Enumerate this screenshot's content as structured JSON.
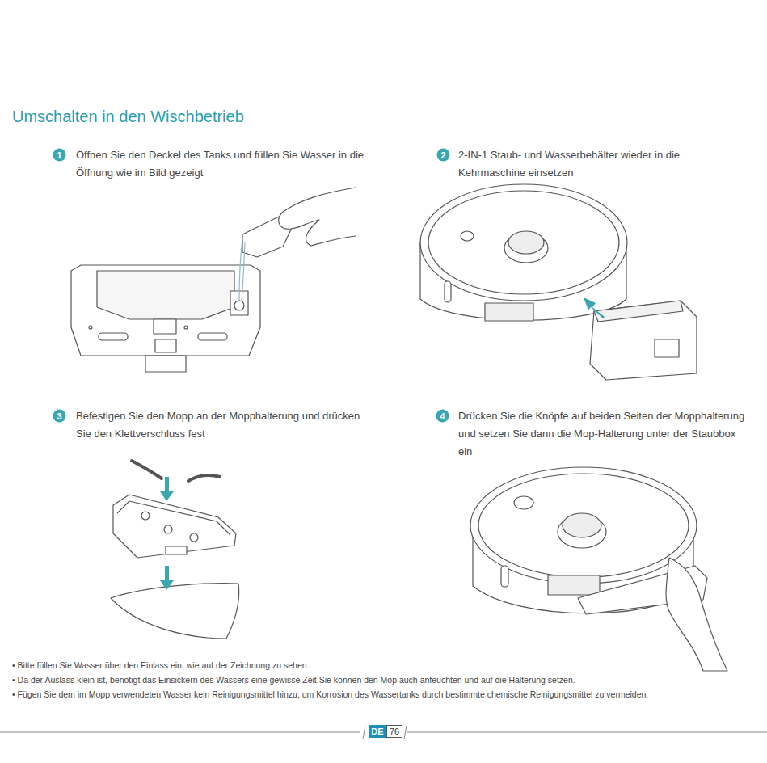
{
  "diagram": {
    "title": "Umschalten in den Wischbetrieb",
    "nodes": [
      {
        "text": [
          "1"
        ]
      },
      {
        "text": [
          "2"
        ]
      },
      {
        "text": [
          "3"
        ]
      },
      {
        "text": [
          "4"
        ]
      },
      {
        "text": [
          "DE"
        ]
      },
      {
        "text": [
          "76"
        ]
      }
    ],
    "labels": [
      "Öffnen Sie den Deckel des Tanks und füllen Sie Wasser in die Öffnung wie im Bild gezeigt",
      "2-IN-1 Staub- und Wasserbehälter wieder in die Kehrmaschine einsetzen",
      "Befestigen Sie den Mopp an der Mopphalterung und drücken Sie den Klettverschluss fest",
      "Drücken Sie die Knöpfe auf beiden Seiten der Mopphalterung und setzen Sie dann die Mop-Halterung unter der Staubbox ein",
      "• Bitte füllen Sie Wasser über den Einlass ein, wie auf der Zeichnung zu sehen.",
      "• Da der Auslass klein ist, benötigt das Einsickern des Wassers eine gewisse Zeit.Sie können den Mop auch anfeuchten und auf die Halterung setzen.",
      "• Fügen Sie dem im Mopp verwendeten Wasser kein Reinigungsmittel hinzu, um Korrosion des Wassertanks durch bestimmte chemische Reinigungsmittel zu vermeiden."
    ]
  }
}
